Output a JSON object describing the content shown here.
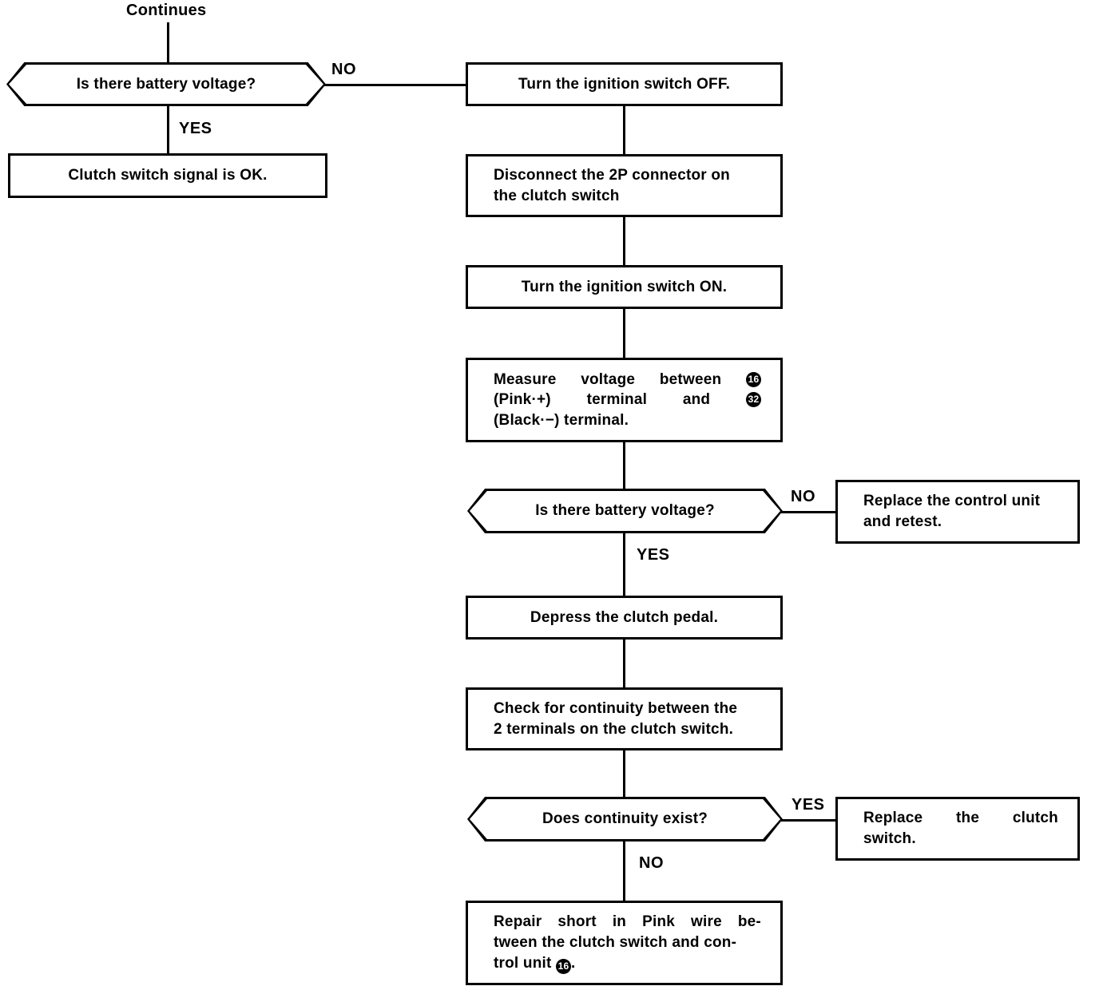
{
  "diagram": {
    "title_free_text": "Continues",
    "type": "troubleshooting-flowchart",
    "nodes": {
      "entry_label": "Continues",
      "q1": "Is there battery voltage?",
      "ok_box": "Clutch switch signal is OK.",
      "step_ign_off": "Turn the ignition switch OFF.",
      "step_disconnect_l1": "Disconnect the 2P connector on",
      "step_disconnect_l2": "the clutch switch",
      "step_ign_on": "Turn the ignition switch ON.",
      "measure_l1_a": "Measure",
      "measure_l1_b": "voltage",
      "measure_l1_c": "between",
      "measure_l1_term": "16",
      "measure_l2_a": "(Pink·+)",
      "measure_l2_b": "terminal",
      "measure_l2_c": "and",
      "measure_l2_term": "32",
      "measure_l3": "(Black·−) terminal.",
      "q2": "Is there battery voltage?",
      "replace_control_unit_l1": "Replace the control unit",
      "replace_control_unit_l2": "and retest.",
      "step_depress": "Depress the clutch pedal.",
      "step_check_l1": "Check for continuity between the",
      "step_check_l2": "2 terminals on the clutch switch.",
      "q3": "Does continuity exist?",
      "replace_clutch_l1_a": "Replace",
      "replace_clutch_l1_b": "the",
      "replace_clutch_l1_c": "clutch",
      "replace_clutch_l2": "switch.",
      "repair_l1_a": "Repair",
      "repair_l1_b": "short",
      "repair_l1_c": "in",
      "repair_l1_d": "Pink",
      "repair_l1_e": "wire",
      "repair_l1_f": "be-",
      "repair_l2": "tween the clutch switch and con-",
      "repair_l3_pre": "trol unit",
      "repair_l3_term": "16",
      "repair_l3_post": "."
    },
    "branch_labels": {
      "q1_no": "NO",
      "q1_yes": "YES",
      "q2_no": "NO",
      "q2_yes": "YES",
      "q3_yes": "YES",
      "q3_no": "NO"
    },
    "colors": {
      "stroke": "#000000",
      "fill": "#ffffff",
      "terminal_badge_bg": "#000000",
      "terminal_badge_fg": "#ffffff"
    }
  }
}
